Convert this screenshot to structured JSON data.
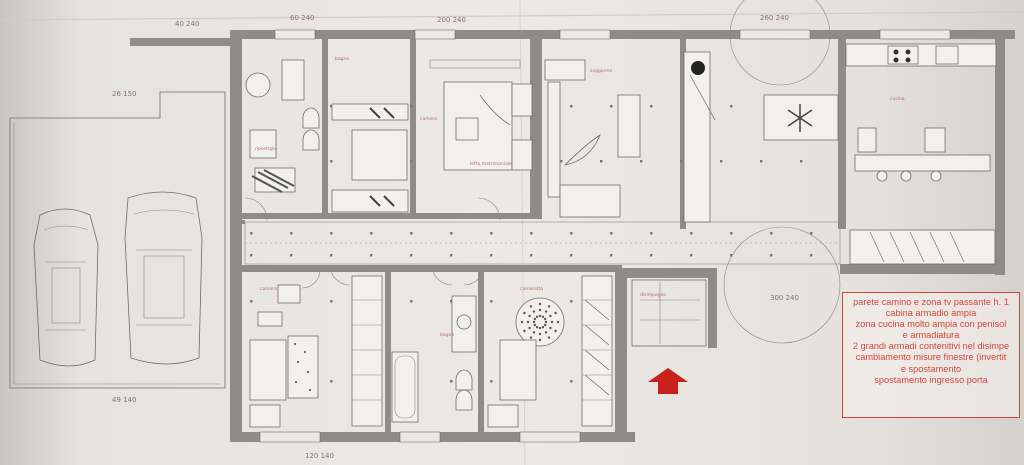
{
  "notes": [
    "parete camino e zona tv passante h. 1",
    "cabina armadio ampia",
    "zona cucina molto ampia con penisol",
    "e armadiatura",
    "2 grandi armadi contenitivi nel disimpe",
    "cambiamento misure finestre (invertit",
    "e spostamento",
    "spostamento ingresso porta"
  ],
  "dimensions": {
    "top": [
      "40 240",
      "60 240",
      "200 240",
      "260 240"
    ],
    "left": [
      "26 150"
    ],
    "bottom": [
      "49 140",
      "120 140"
    ],
    "right": [
      "300 240"
    ]
  },
  "room_labels": [
    "ripostiglio",
    "bagno",
    "camera",
    "letto matrimoniale",
    "soggiorno",
    "cucina",
    "camera",
    "bagno",
    "cameretta",
    "disimpegno"
  ],
  "colors": {
    "notes_red": "#d2463f",
    "walls": "#8e8c88",
    "entrance_arrow": "#c9201b"
  },
  "entrance_arrow_icon": "entrance-arrow-icon"
}
